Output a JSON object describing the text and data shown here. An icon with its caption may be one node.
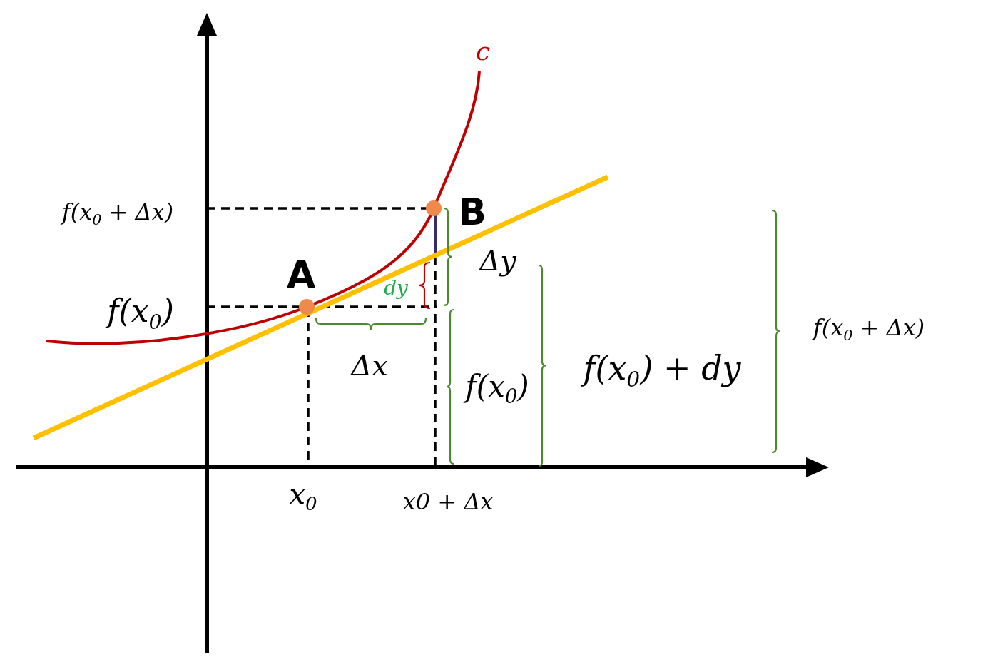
{
  "diagram": {
    "labels": [
      "c",
      "f(x$_{0}$ + Δx)",
      "B",
      "Δy",
      "A",
      "dy",
      "f(x$_{0}$)",
      "f(x$_{0}$ + Δx)",
      "Δx",
      "f(x$_{0}$)",
      "f(x$_{0}$) + *dy*",
      "x$_{0}$",
      "x0 + Δx"
    ]
  }
}
